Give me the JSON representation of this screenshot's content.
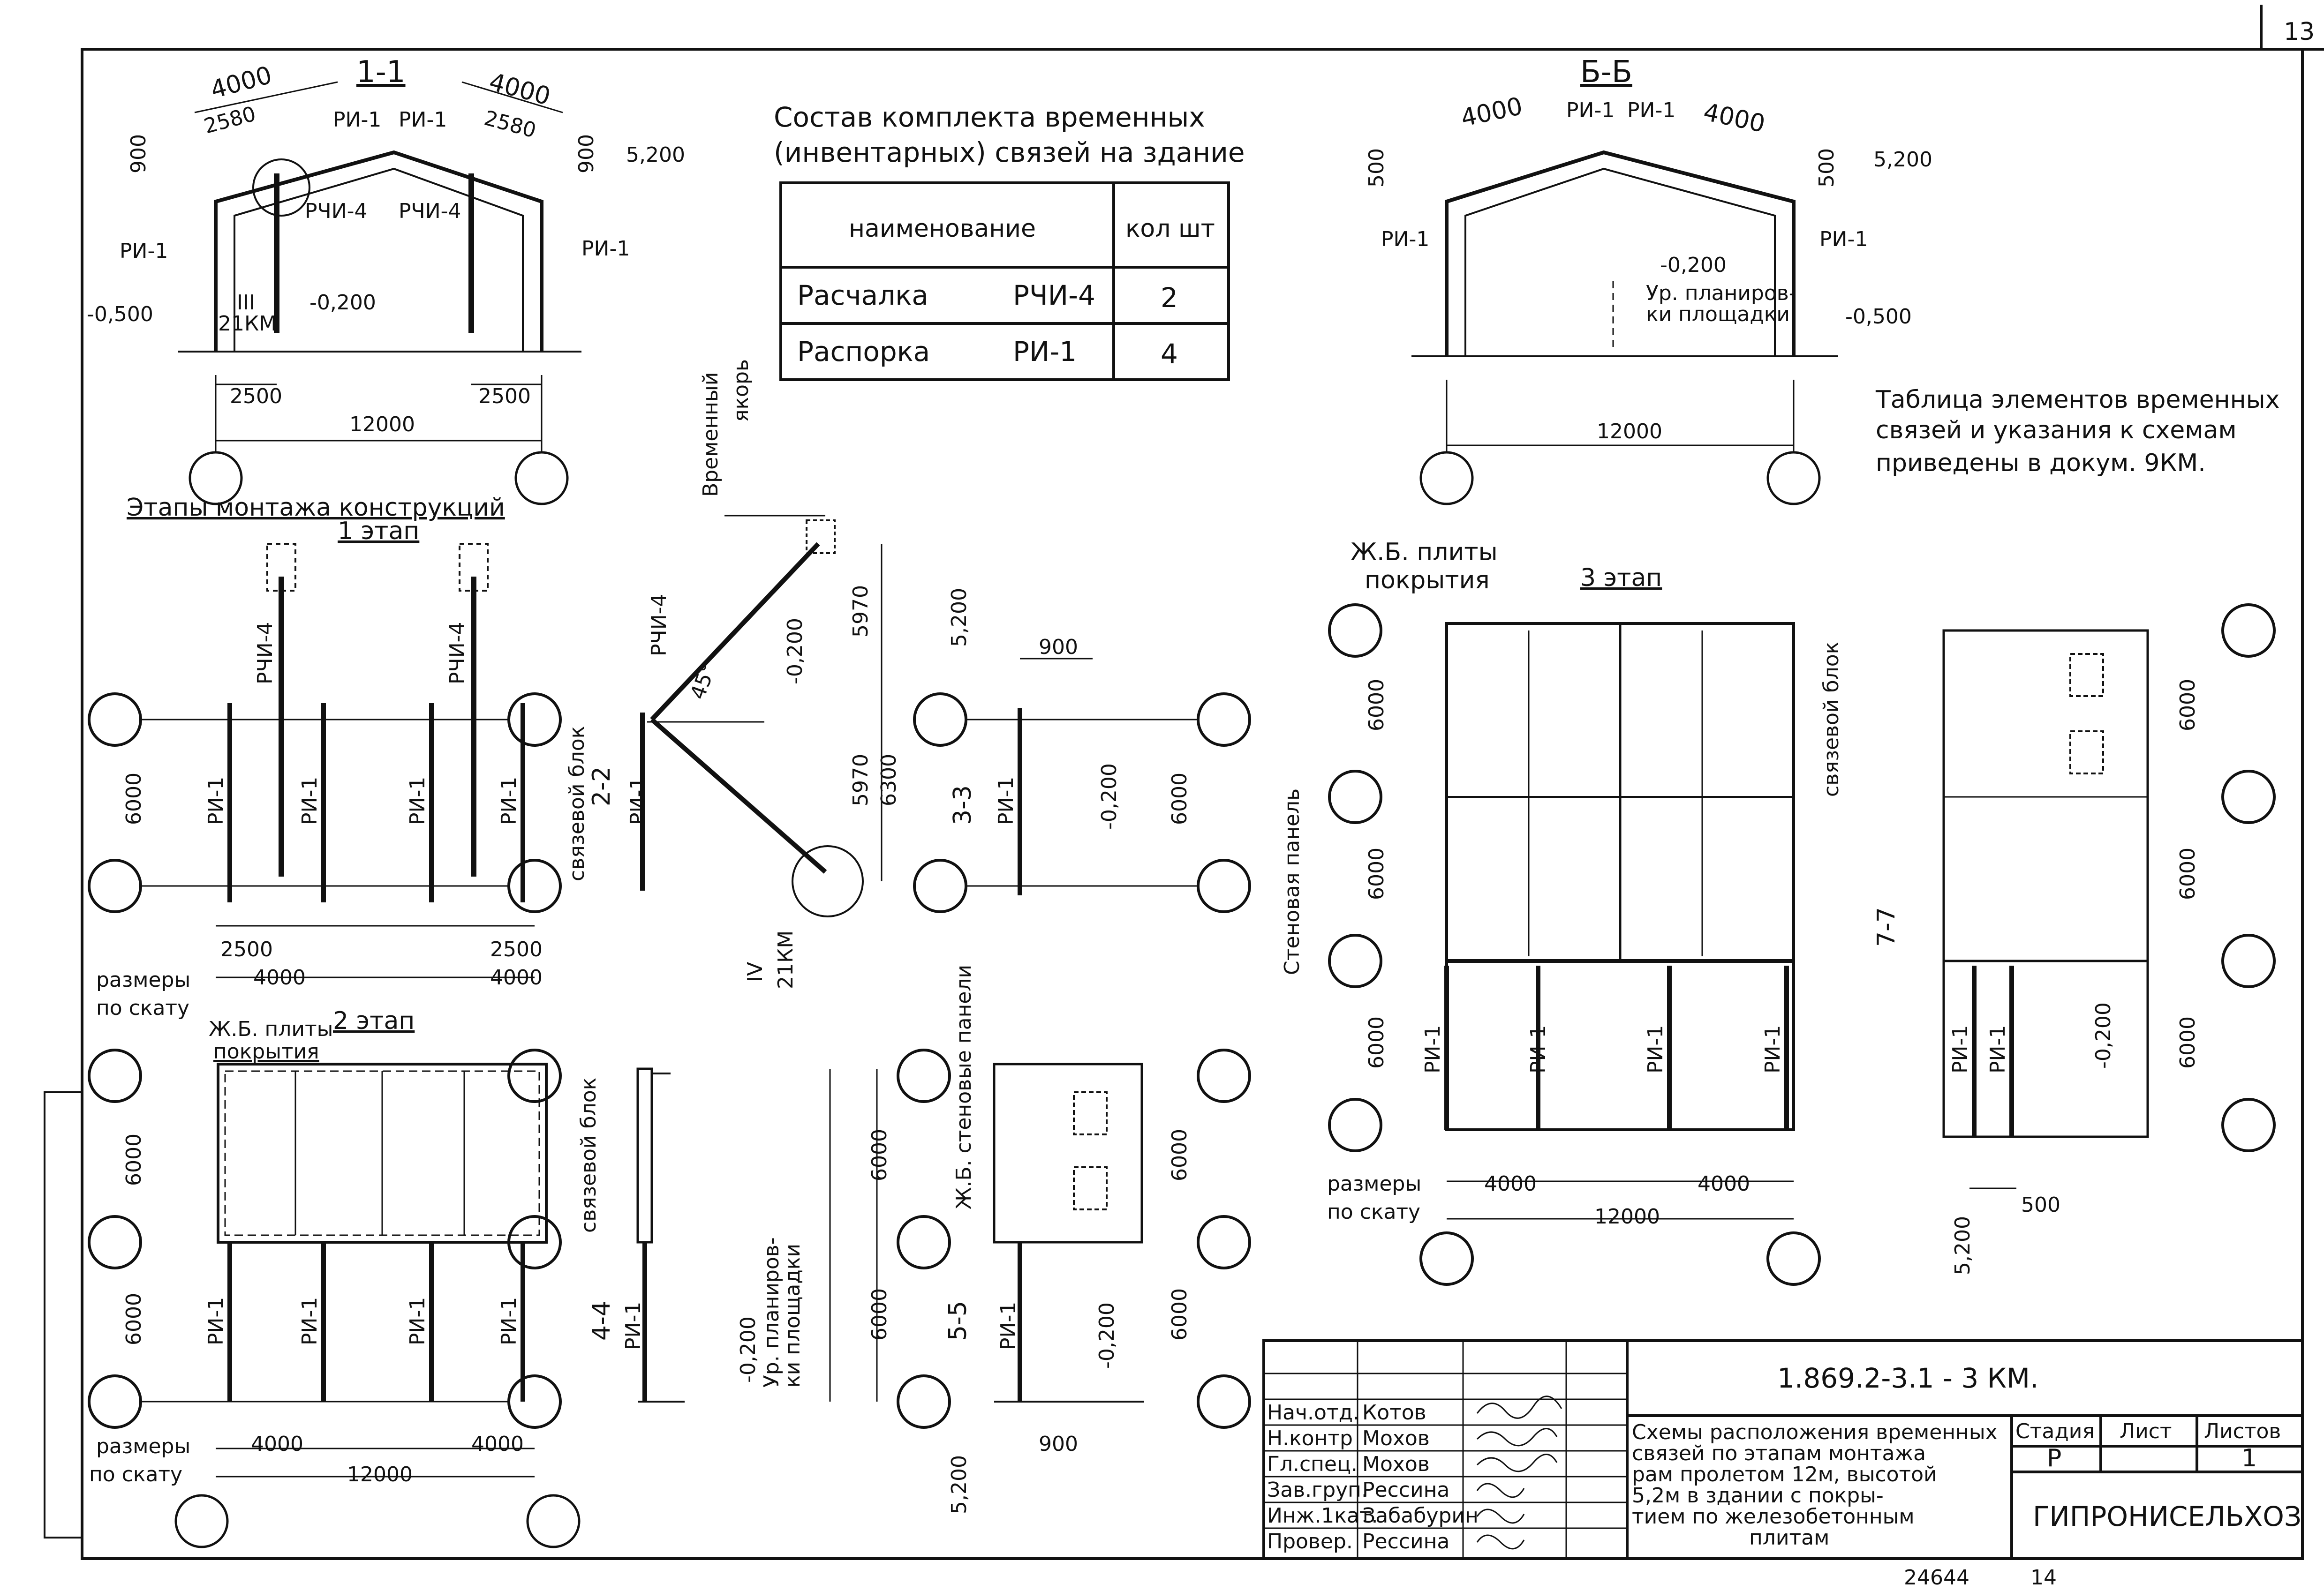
{
  "sheet": {
    "number": "13",
    "doc_code": "1.869.2-3.1 - 3 КМ.",
    "inventory": "24644",
    "inventory_sheet": "14"
  },
  "sections": {
    "s11": "1-1",
    "sbb": "Б-Б",
    "s22": "2-2",
    "s33": "3-3",
    "s44": "4-4",
    "s55": "5-5",
    "s77": "7-7"
  },
  "labels": {
    "ri1": "РИ-1",
    "rchi4": "РЧИ-4",
    "r21km": "21КМ",
    "roman3": "III",
    "roman4": "IV",
    "mark": "-0,200",
    "mark500": "-0,500",
    "h5200": "5,200",
    "slope_dims": "размеры",
    "slope_dims2": "по скату",
    "stages_title": "Этапы монтажа конструкций",
    "stage1": "1 этап",
    "stage2": "2 этап",
    "stage3": "3 этап",
    "slabs": "Ж.Б. плиты",
    "slabs2": "покрытия",
    "wall_panels": "Ж.Б. стеновые панели",
    "wall_panel": "Стеновая панель",
    "tie_block": "связевой блок",
    "anchor1": "Временный",
    "anchor2": "якорь",
    "grade1": "Ур. планиров-",
    "grade2": "ки площадки",
    "deg45": "45°",
    "note1": "Таблица элементов временных",
    "note2": "связей и указания к схемам",
    "note3": "приведены в докум. 9КМ."
  },
  "dims": {
    "d12000": "12000",
    "d6000": "6000",
    "d4000": "4000",
    "d2580": "2580",
    "d2500": "2500",
    "d900": "900",
    "d500": "500",
    "d5970": "5970",
    "d6300": "6300"
  },
  "kit": {
    "title1": "Состав комплекта временных",
    "title2": "(инвентарных) связей на здание",
    "col_name": "наименование",
    "col_qty": "кол шт",
    "rows": [
      {
        "name": "Расчалка",
        "mark": "РЧИ-4",
        "qty": "2"
      },
      {
        "name": "Распорка",
        "mark": "РИ-1",
        "qty": "4"
      }
    ]
  },
  "title_block": {
    "roles": [
      "Нач.отд.",
      "Н.контр",
      "Гл.спец.",
      "Зав.груп.",
      "Инж.1кат.",
      "Провер."
    ],
    "names": [
      "Котов",
      "Мохов",
      "Мохов",
      "Рессина",
      "Забабурин",
      "Рессина"
    ],
    "desc": [
      "Схемы расположения временных",
      "связей по этапам монтажа",
      "рам пролетом 12м, высотой",
      "5,2м в здании с покры-",
      "тием по железобетонным",
      "плитам"
    ],
    "stage_h": "Стадия",
    "sheet_h": "Лист",
    "sheets_h": "Листов",
    "stage_v": "Р",
    "sheet_v": "",
    "sheets_v": "1",
    "org": "ГИПРОНИСЕЛЬХОЗ"
  }
}
